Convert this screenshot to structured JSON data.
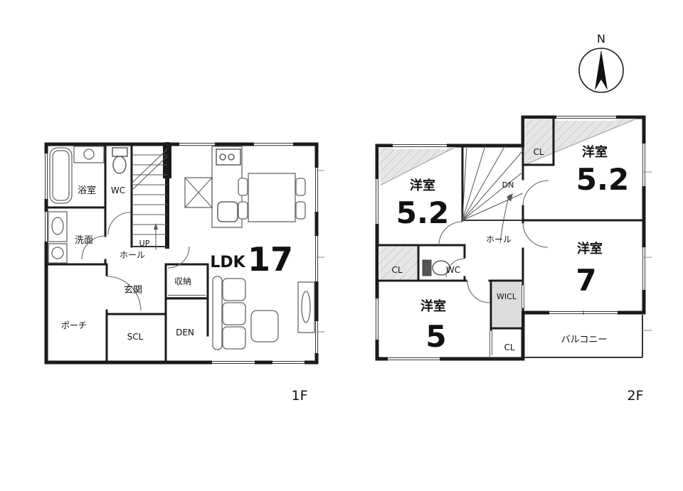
{
  "compass": {
    "north": "N"
  },
  "floor1": {
    "floor_label": "1F",
    "bathroom": "浴室",
    "wc": "WC",
    "washroom": "洗面",
    "hall": "ホール",
    "stairs_up": "UP",
    "entrance": "玄関",
    "storage": "収納",
    "shoe_closet": "SCL",
    "den": "DEN",
    "porch": "ポーチ",
    "ldk_label": "LDK",
    "ldk_size": "17"
  },
  "floor2": {
    "floor_label": "2F",
    "hall": "ホール",
    "stairs_down": "DN",
    "wc": "WC",
    "closet_top": "CL",
    "closet_mid": "CL",
    "closet_bottom": "CL",
    "walk_in_closet": "WICL",
    "balcony": "バルコニー",
    "room_nw": {
      "label": "洋室",
      "size": "5.2"
    },
    "room_ne": {
      "label": "洋室",
      "size": "5.2"
    },
    "room_e": {
      "label": "洋室",
      "size": "7"
    },
    "room_sw": {
      "label": "洋室",
      "size": "5"
    }
  }
}
